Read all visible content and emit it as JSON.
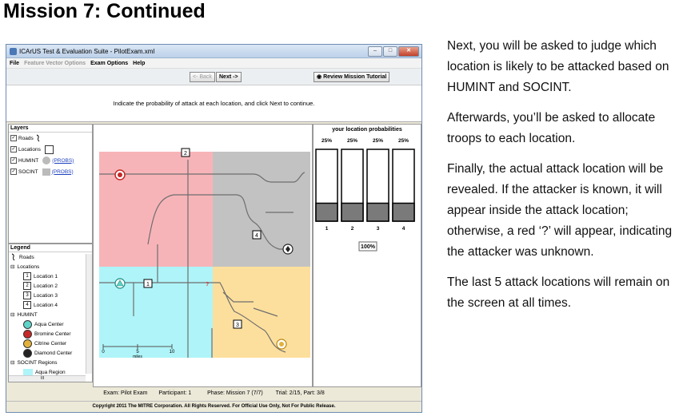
{
  "slide": {
    "title": "Mission 7: Continued"
  },
  "window": {
    "title": "ICArUS Test & Evaluation Suite - PilotExam.xml",
    "menu": [
      "File",
      "Feature Vector Options",
      "Exam Options",
      "Help"
    ],
    "back_label": "<- Back",
    "next_label": "Next ->",
    "tutorial_label": "Review Mission Tutorial",
    "instruction": "Indicate the probability of attack at each location, and click Next to continue."
  },
  "layers": {
    "title": "Layers",
    "items": [
      {
        "label": "Roads",
        "checked": true
      },
      {
        "label": "Locations",
        "checked": true
      },
      {
        "label": "HUMINT",
        "checked": true,
        "link": "(PROBS)"
      },
      {
        "label": "SOCINT",
        "checked": true,
        "link": "(PROBS)"
      }
    ]
  },
  "legend": {
    "title": "Legend",
    "items": [
      "Roads",
      "Locations",
      "Location 1",
      "Location 2",
      "Location 3",
      "Location 4",
      "HUMINT",
      "Aqua Center",
      "Bromine Center",
      "Citrine Center",
      "Diamond Center",
      "SOCINT Regions",
      "Aqua Region"
    ],
    "scroll_label": "III"
  },
  "map": {
    "locations": [
      "1",
      "2",
      "3",
      "4"
    ],
    "unknown_marker": "?",
    "scale_labels": [
      "0",
      "5",
      "10"
    ],
    "scale_unit": "miles",
    "region_colors": {
      "aqua": "#aef4f8",
      "bromine": "#f7b4b8",
      "citrine": "#fddf9d",
      "diamond": "#c2c2c2"
    }
  },
  "probabilities": {
    "title": "your location probabilities",
    "values": [
      "25%",
      "25%",
      "25%",
      "25%"
    ],
    "fill_fraction": [
      0.25,
      0.25,
      0.25,
      0.25
    ],
    "labels": [
      "1",
      "2",
      "3",
      "4"
    ],
    "total": "100%"
  },
  "status": {
    "exam": "Exam: Pilot Exam",
    "participant": "Participant: 1",
    "phase": "Phase: Mission 7 (7/7)",
    "trial": "Trial: 2/15, Part: 3/8"
  },
  "copyright": "Copyright 2011 The MITRE Corporation. All Rights Reserved. For Official Use Only, Not For Public Release.",
  "notes": [
    "Next, you will be asked to judge which location is likely to be attacked based on HUMINT and SOCINT.",
    "Afterwards, you’ll be asked to allocate troops to each location.",
    "Finally, the actual attack location will be revealed.  If the attacker is known, it will appear inside the attack location; otherwise, a red ‘?’ will appear, indicating the attacker was unknown.",
    "The last 5 attack locations will remain on the screen at all times."
  ]
}
